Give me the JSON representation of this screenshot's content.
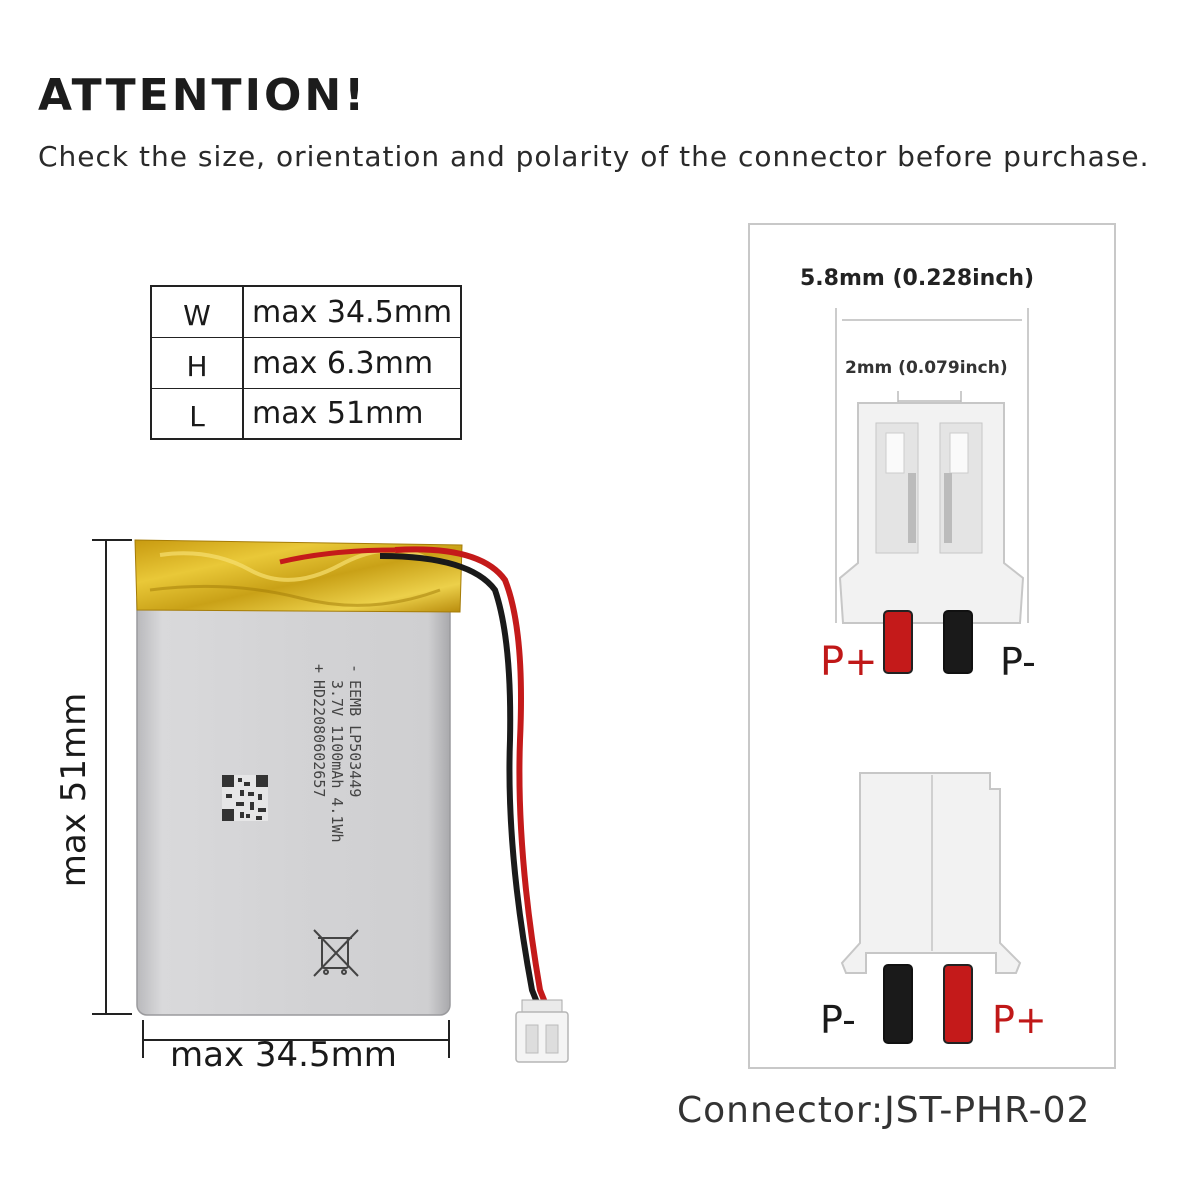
{
  "header": {
    "title": "ATTENTION!",
    "subtitle": "Check the size, orientation and polarity of the connector before purchase."
  },
  "spec_table": {
    "rows": [
      {
        "key": "W",
        "value": "max 34.5mm"
      },
      {
        "key": "H",
        "value": "max 6.3mm"
      },
      {
        "key": "L",
        "value": "max 51mm"
      }
    ]
  },
  "battery": {
    "height_label": "max 51mm",
    "width_label": "max 34.5mm",
    "printed_text": [
      "EEMB LP503449",
      "3.7V 1100mAh 4.1Wh",
      "HD22080602657"
    ],
    "terminal_plus": "+",
    "terminal_minus": "-",
    "colors": {
      "yellow_tape": "#d8b21a",
      "body": "#cfcfd1",
      "wire_red": "#c41a1a",
      "wire_black": "#1a1a1a"
    }
  },
  "connector_panel": {
    "outer_width_label": "5.8mm (0.228inch)",
    "pitch_label": "2mm (0.079inch)",
    "top_view": {
      "left_pol": "P+",
      "right_pol": "P-"
    },
    "bottom_view": {
      "left_pol": "P-",
      "right_pol": "P+"
    }
  },
  "connector_label": "Connector:JST-PHR-02"
}
